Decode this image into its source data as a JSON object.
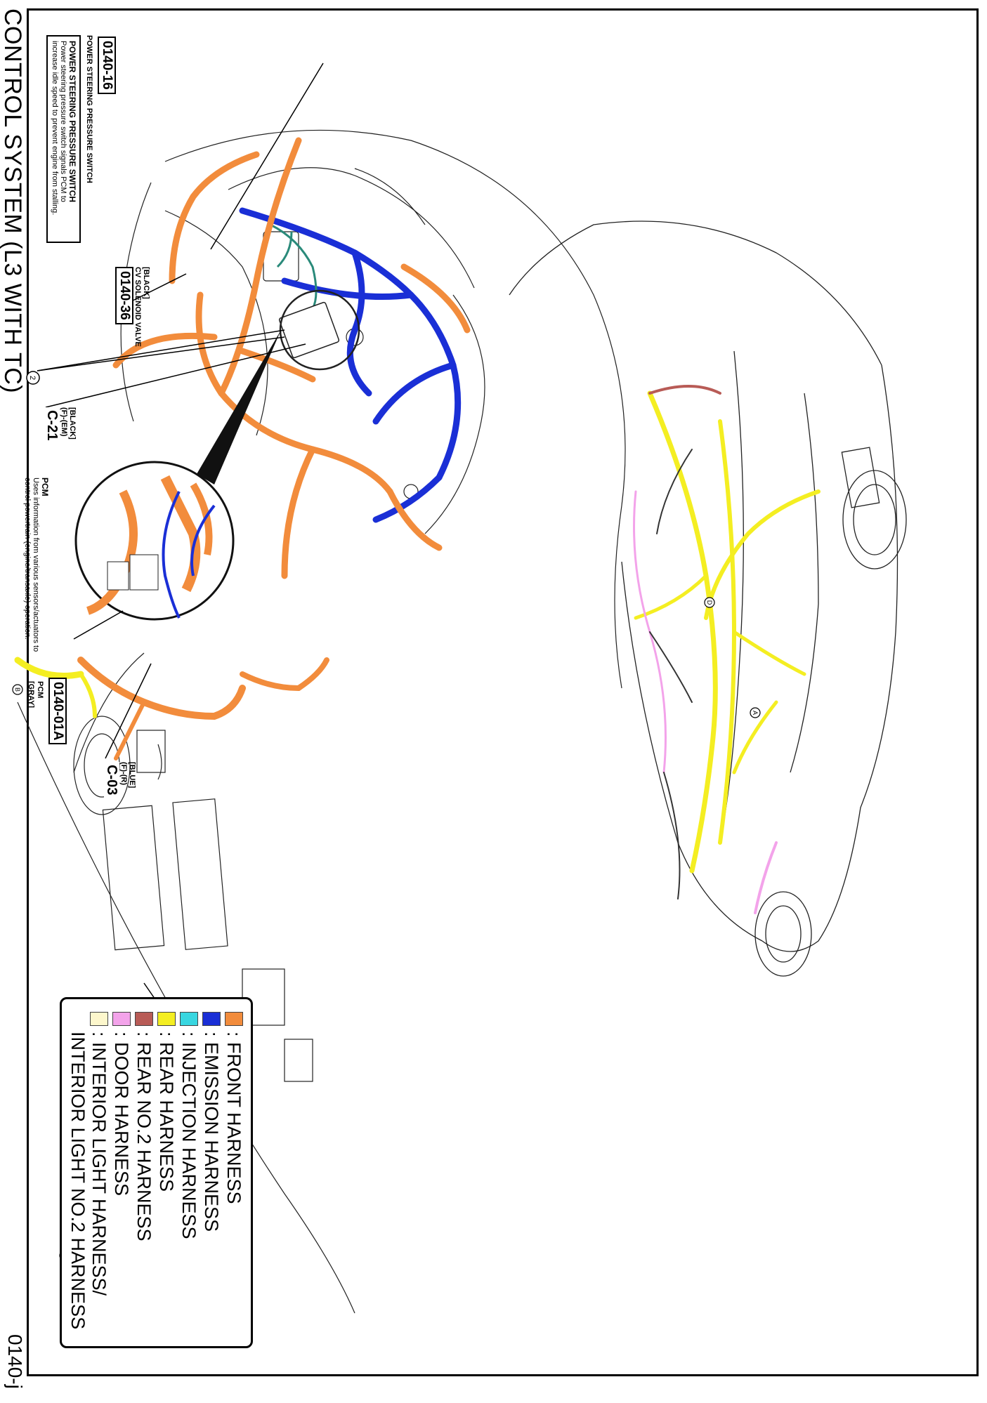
{
  "title": "CONTROL SYSTEM (L3 WITH TC)",
  "page_code": "0140-j",
  "callouts": {
    "ps_switch": {
      "heading": "POWER STEERING PRESSURE SWITCH",
      "line1": "Power steering pressure switch signals PCM to",
      "line2": "increase idle speed to prevent engine from stalling.",
      "part_label": "POWER STEERING PRESSURE SWITCH",
      "code": "0140-16"
    },
    "pcm": {
      "heading": "PCM",
      "line1": "Uses information from various sensors/actuators to",
      "line2": "control powertrain (engine/transaxle) operation.",
      "color_note": "[GRAY]",
      "part_label": "PCM",
      "code": "0140-01A"
    },
    "cv_valve": {
      "code": "0140-36",
      "line1": "CV SOLENOID VALVE",
      "line2": "[BLACK]"
    },
    "c21": {
      "code": "C-21",
      "line1": "(F)-(EM)",
      "line2": "[BLACK]"
    },
    "c03": {
      "code": "C-03",
      "line1": "(F)-(R)",
      "line2": "[BLUE]"
    }
  },
  "markers": {
    "circle2": "2",
    "a": "A",
    "b": "B",
    "d": "D"
  },
  "legend": {
    "items": [
      {
        "label": ": FRONT HARNESS",
        "color": "#f28c3c"
      },
      {
        "label": ": EMISSION HARNESS",
        "color": "#1a2fd6"
      },
      {
        "label": ": INJECTION HARNESS",
        "color": "#38d6e0"
      },
      {
        "label": ": REAR HARNESS",
        "color": "#f4ee22"
      },
      {
        "label": ": REAR NO.2 HARNESS",
        "color": "#b85b56"
      },
      {
        "label": ": DOOR HARNESS",
        "color": "#f3a3ea"
      },
      {
        "label": ": INTERIOR LIGHT HARNESS/",
        "color": "#fdf7cc"
      },
      {
        "label": "INTERIOR LIGHT NO.2 HARNESS",
        "color": ""
      }
    ]
  }
}
